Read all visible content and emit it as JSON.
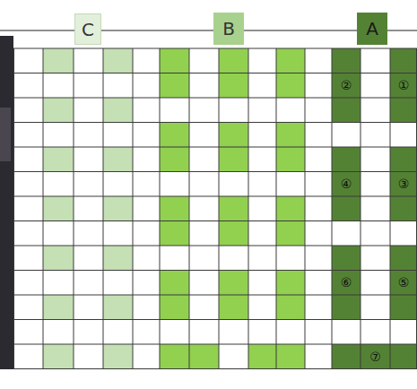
{
  "diagram": {
    "nodes": [
      {
        "text": [
          "C"
        ]
      },
      {
        "text": [
          "B"
        ]
      },
      {
        "text": [
          "A"
        ]
      }
    ],
    "labels": [
      "②",
      "①",
      "④",
      "③",
      "⑥",
      "⑤",
      "⑦"
    ]
  }
}
